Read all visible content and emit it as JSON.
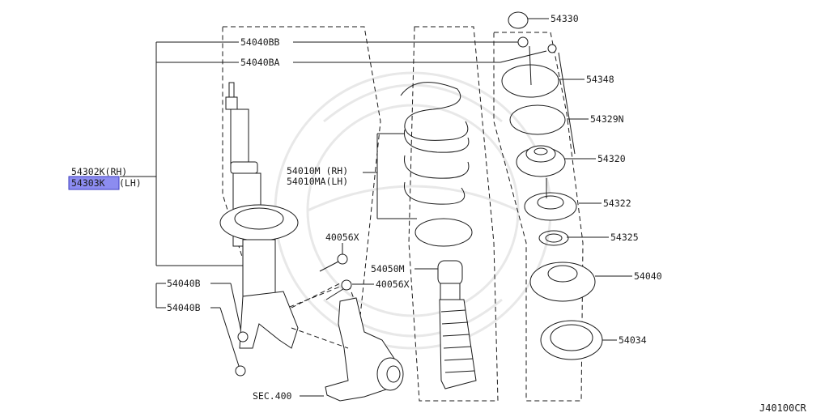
{
  "diagram_code": "J40100CR",
  "labels": {
    "p54330": "54330",
    "p54040BB": "54040BB",
    "p54040BA": "54040BA",
    "p54348": "54348",
    "p54329N": "54329N",
    "p54320": "54320",
    "p54322": "54322",
    "p54325": "54325",
    "p54040": "54040",
    "p54034": "54034",
    "p54010M": "54010M (RH)",
    "p54010MA": "54010MA(LH)",
    "p54050M": "54050M",
    "p40056X_a": "40056X",
    "p40056X_b": "40056X",
    "p54302K": "54302K(RH)",
    "p54303K": "54303K",
    "p54303K_suffix": "(LH)",
    "p54040B_a": "54040B",
    "p54040B_b": "54040B",
    "sec400": "SEC.400"
  },
  "colors": {
    "line": "#1a1a1a",
    "highlight": "#8c8cf0",
    "watermark": "#e8e8e8"
  }
}
